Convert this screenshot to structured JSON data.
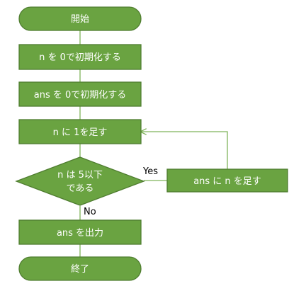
{
  "colors": {
    "fill": "#6aa341",
    "stroke": "#4f7d30",
    "edge": "#7fb35a",
    "node_text": "#ffffff",
    "edge_text": "#000000"
  },
  "nodes": {
    "start": "開始",
    "init_n": "n を 0で初期化する",
    "init_ans": "ans を 0で初期化する",
    "increment_n": "n に 1を足す",
    "decision_line1": "n は 5以下",
    "decision_line2": "である",
    "add_n_to_ans": "ans に n を足す",
    "output_ans": "ans を出力",
    "end": "終了"
  },
  "edges": {
    "yes_label": "Yes",
    "no_label": "No"
  }
}
